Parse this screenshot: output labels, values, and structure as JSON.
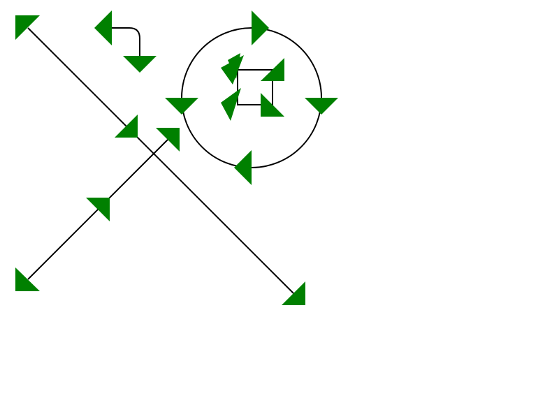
{
  "colors": {
    "line": "#000000",
    "marker": "#008000",
    "background": "#ffffff"
  },
  "diagram": {
    "description_items": [
      "diagonal-line-top-left-to-bottom-right",
      "diagonal-line-bottom-left-to-top-right",
      "small-curved-connector",
      "circle-outline",
      "small-square-outline",
      "arrow-markers"
    ]
  }
}
